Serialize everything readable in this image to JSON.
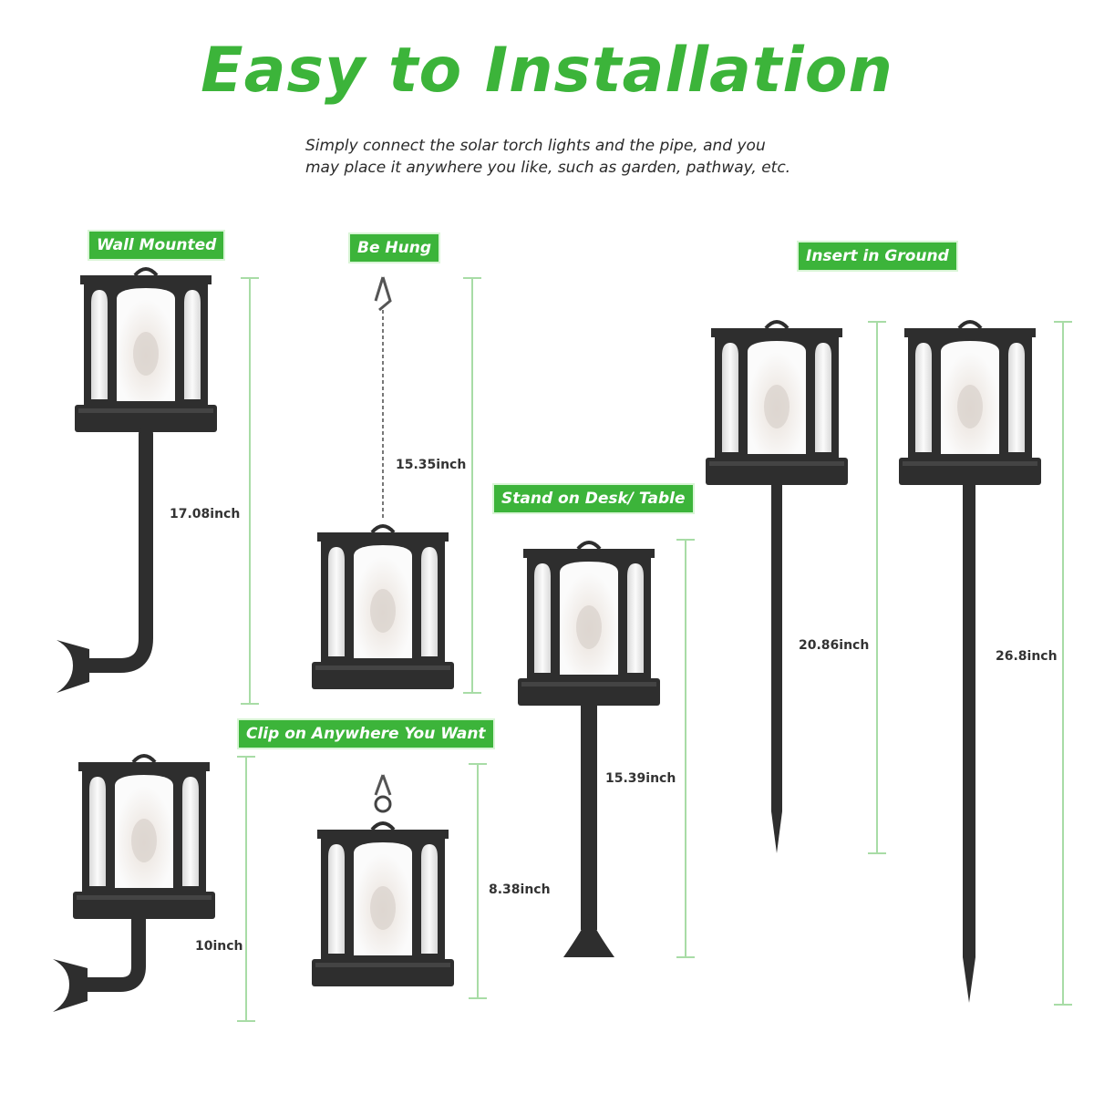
{
  "header": {
    "title": "Easy to Installation",
    "subtitle_line1": "Simply connect the solar torch lights and the pipe, and you",
    "subtitle_line2": "may place it anywhere you like, such as garden, pathway, etc."
  },
  "labels": {
    "wall_mounted": "Wall Mounted",
    "be_hung": "Be Hung",
    "insert_in_ground": "Insert in Ground",
    "stand_on_desk": "Stand on Desk/ Table",
    "clip_on": "Clip on Anywhere You Want"
  },
  "dimensions": {
    "wall_mounted": "17.08inch",
    "be_hung": "15.35inch",
    "ground_short": "20.86inch",
    "ground_long": "26.8inch",
    "desk": "15.39inch",
    "clip": "8.38inch",
    "wall_short": "10inch"
  },
  "colors": {
    "accent_green": "#3cb43a",
    "dimension_line": "#a8dca6",
    "lantern_dark": "#2e2e2e",
    "lantern_glass": "#f2f2f2"
  }
}
